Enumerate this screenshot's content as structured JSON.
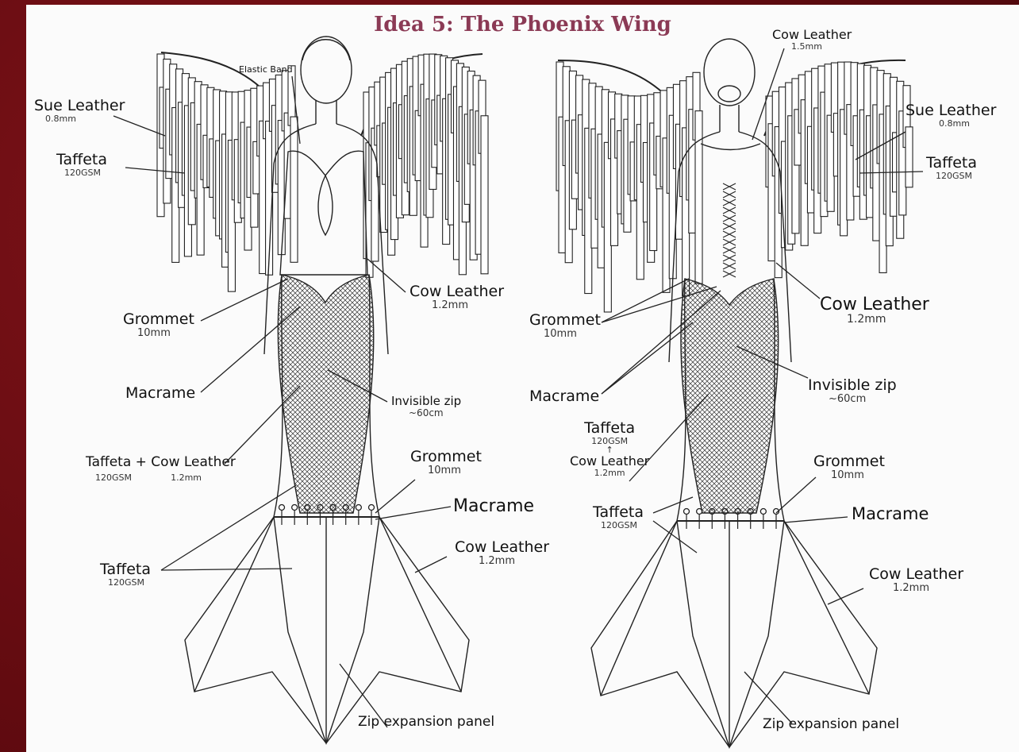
{
  "title": "Idea 5: The Phoenix Wing",
  "front": {
    "elastic_band": "Elastic Band",
    "sue_leather": {
      "name": "Sue Leather",
      "spec": "0.8mm"
    },
    "taffeta_top": {
      "name": "Taffeta",
      "spec": "120GSM"
    },
    "cow_leather_waist": {
      "name": "Cow Leather",
      "spec": "1.2mm"
    },
    "grommet_top": {
      "name": "Grommet",
      "spec": "10mm"
    },
    "macrame_mid": {
      "name": "Macrame"
    },
    "invisible_zip": {
      "name": "Invisible zip",
      "spec": "~60cm"
    },
    "taffeta_cow": {
      "name": "Taffeta + Cow Leather",
      "spec1": "120GSM",
      "spec2": "1.2mm"
    },
    "grommet_bottom": {
      "name": "Grommet",
      "spec": "10mm"
    },
    "macrame_bottom": {
      "name": "Macrame"
    },
    "cow_leather_tail": {
      "name": "Cow Leather",
      "spec": "1.2mm"
    },
    "taffeta_bottom": {
      "name": "Taffeta",
      "spec": "120GSM"
    },
    "zip_panel": "Zip expansion panel"
  },
  "back": {
    "cow_leather_top": {
      "name": "Cow Leather",
      "spec": "1.5mm"
    },
    "sue_leather": {
      "name": "Sue Leather",
      "spec": "0.8mm"
    },
    "taffeta_top": {
      "name": "Taffeta",
      "spec": "120GSM"
    },
    "cow_leather_waist": {
      "name": "Cow Leather",
      "spec": "1.2mm"
    },
    "grommet_top": {
      "name": "Grommet",
      "spec": "10mm"
    },
    "invisible_zip": {
      "name": "Invisible zip",
      "spec": "~60cm"
    },
    "macrame_mid": {
      "name": "Macrame"
    },
    "taffeta_cow": {
      "name": "Taffeta",
      "spec1": "120GSM",
      "arrow": "↑",
      "name2": "Cow Leather",
      "spec2": "1.2mm"
    },
    "grommet_bottom": {
      "name": "Grommet",
      "spec": "10mm"
    },
    "macrame_bottom": {
      "name": "Macrame"
    },
    "taffeta_bottom": {
      "name": "Taffeta",
      "spec": "120GSM"
    },
    "cow_leather_tail": {
      "name": "Cow Leather",
      "spec": "1.2mm"
    },
    "zip_panel": "Zip expansion panel"
  }
}
